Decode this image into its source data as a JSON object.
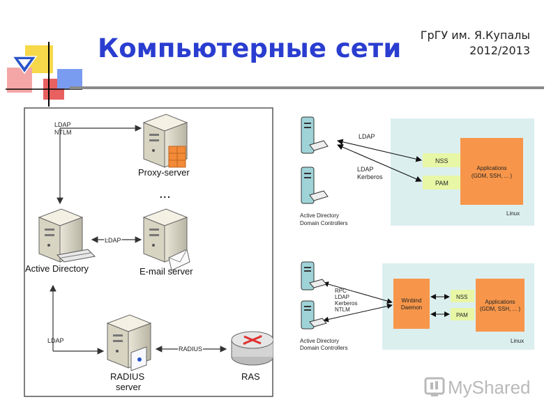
{
  "slide": {
    "title": "Компьютерные сети",
    "org_line1": "ГрГУ им. Я.Купалы",
    "org_line2": "2012/2013"
  },
  "left_diagram": {
    "ldap_ntlm_line1": "LDAP",
    "ldap_ntlm_line2": "NTLM",
    "proxy_label": "Proxy-server",
    "ellipsis": "...",
    "ad_label": "Active Directory",
    "ldap_mid": "LDAP",
    "email_label": "E-mail server",
    "ldap_bottom": "LDAP",
    "radius_link": "RADIUS",
    "radius_label_line1": "RADIUS",
    "radius_label_line2": "server",
    "ras_label": "RAS"
  },
  "top_right_diagram": {
    "ldap_label": "LDAP",
    "ldap_kerberos_line1": "LDAP",
    "ldap_kerberos_line2": "Kerberos",
    "nss": "NSS",
    "pam": "PAM",
    "apps_line1": "Applications",
    "apps_line2": "(GDM, SSH, ... )",
    "linux": "Linux",
    "ad_line1": "Active Directory",
    "ad_line2": "Domain Controllers"
  },
  "bottom_right_diagram": {
    "protocols": [
      "RPC",
      "LDAP",
      "Kerberos",
      "NTLM"
    ],
    "winbind_line1": "Winbind",
    "winbind_line2": "Daemon",
    "nss": "NSS",
    "pam": "PAM",
    "apps_line1": "Applications",
    "apps_line2": "(GDM, SSH, ... )",
    "linux": "Linux",
    "ad_line1": "Active Directory",
    "ad_line2": "Domain Controllers"
  },
  "watermark": {
    "text": "MyShared"
  },
  "colors": {
    "title": "#2a3dd0",
    "orange": "#f7964a",
    "green_box": "#e8f7a6",
    "panel": "#dcefef"
  }
}
